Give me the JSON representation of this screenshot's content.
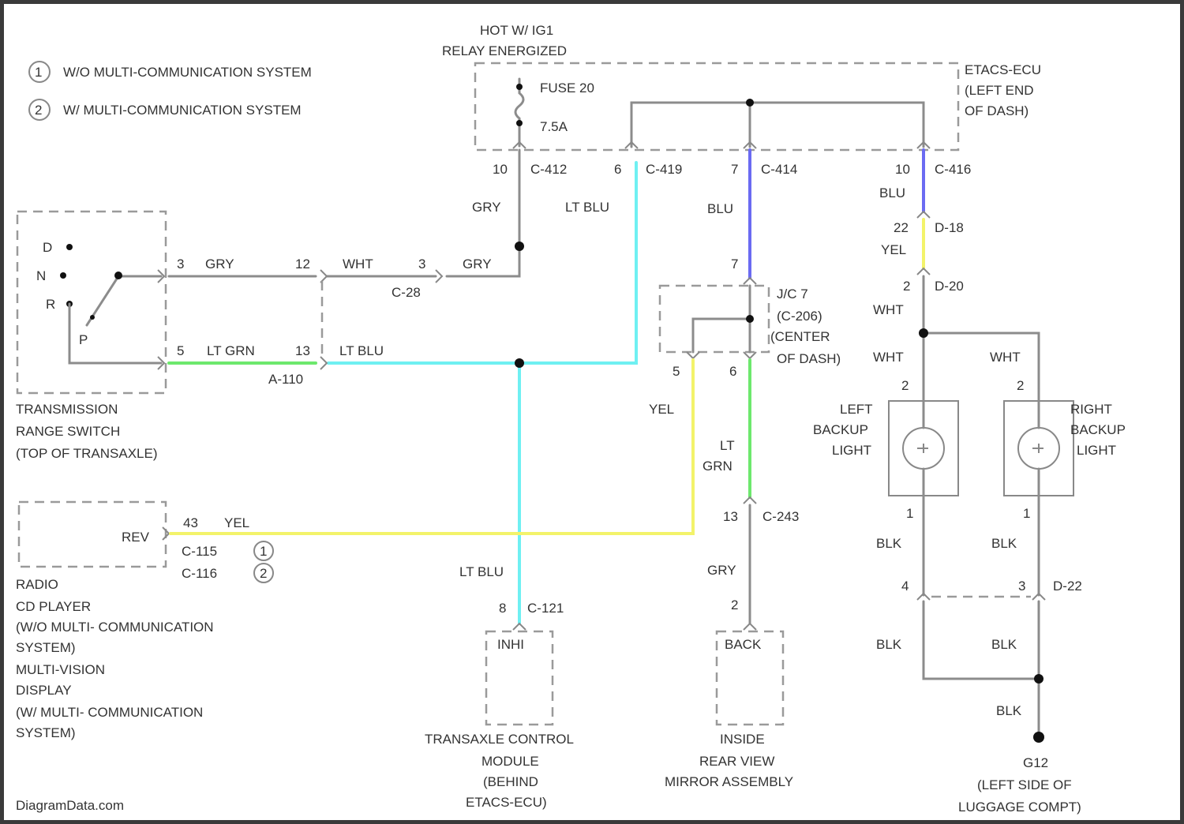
{
  "legend": [
    {
      "num": "1",
      "text": "W/O MULTI-COMMUNICATION SYSTEM"
    },
    {
      "num": "2",
      "text": "W/ MULTI-COMMUNICATION SYSTEM"
    }
  ],
  "relay": {
    "line1": "HOT W/ IG1",
    "line2": "RELAY ENERGIZED",
    "fuse": "FUSE 20",
    "amps": "7.5A"
  },
  "etacs": {
    "line1": "ETACS-ECU",
    "line2": "(LEFT END",
    "line3": "OF DASH)"
  },
  "connectors": {
    "c412": {
      "pin": "10",
      "name": "C-412"
    },
    "c419": {
      "pin": "6",
      "name": "C-419"
    },
    "c414": {
      "pin": "7",
      "name": "C-414"
    },
    "c416": {
      "pin": "10",
      "name": "C-416"
    },
    "d18": {
      "pin": "22",
      "name": "D-18"
    },
    "d20": {
      "pin": "2",
      "name": "D-20"
    },
    "c28": {
      "name": "C-28"
    },
    "a110": {
      "name": "A-110"
    },
    "c115": {
      "name": "C-115"
    },
    "c116": {
      "name": "C-116"
    },
    "c121": {
      "pin": "8",
      "name": "C-121"
    },
    "c243": {
      "pin": "13",
      "name": "C-243"
    },
    "d22": {
      "name": "D-22"
    }
  },
  "jc7": {
    "line1": "J/C 7",
    "line2": "(C-206)",
    "line3": "(CENTER",
    "line4": "OF DASH)",
    "pin_top": "7",
    "pin_l": "5",
    "pin_r": "6"
  },
  "wires": {
    "gry": "GRY",
    "ltblu": "LT BLU",
    "blu": "BLU",
    "yel": "YEL",
    "wht": "WHT",
    "ltgrn": "LT GRN",
    "lt": "LT",
    "grn": "GRN",
    "blk": "BLK"
  },
  "pins": {
    "p3": "3",
    "p12": "12",
    "p5": "5",
    "p13": "13",
    "p4": "4",
    "p1": "1",
    "p2": "2",
    "p43": "43"
  },
  "switch": {
    "d": "D",
    "n": "N",
    "r": "R",
    "p": "P",
    "title1": "TRANSMISSION",
    "title2": "RANGE SWITCH",
    "title3": "(TOP OF TRANSAXLE)"
  },
  "radio": {
    "rev": "REV",
    "l1": "RADIO",
    "l2": "CD PLAYER",
    "l3": "(W/O MULTI- COMMUNICATION",
    "l4": "SYSTEM)",
    "l5": "MULTI-VISION",
    "l6": "DISPLAY",
    "l7": "(W/ MULTI- COMMUNICATION",
    "l8": "SYSTEM)"
  },
  "tcm": {
    "pin": "INHI",
    "l1": "TRANSAXLE CONTROL",
    "l2": "MODULE",
    "l3": "(BEHIND",
    "l4": "ETACS-ECU)"
  },
  "mirror": {
    "pin": "BACK",
    "l1": "INSIDE",
    "l2": "REAR VIEW",
    "l3": "MIRROR ASSEMBLY"
  },
  "lbl": {
    "l1": "LEFT",
    "l2": "BACKUP",
    "l3": "LIGHT"
  },
  "rbl": {
    "l1": "RIGHT",
    "l2": "BACKUP",
    "l3": "LIGHT"
  },
  "ground": {
    "name": "G12",
    "l1": "(LEFT SIDE OF",
    "l2": "LUGGAGE COMPT)"
  },
  "watermark": "DiagramData.com",
  "colors": {
    "ltblu": "#6ff0f2",
    "blu": "#6b6bf2",
    "yel": "#f3f36a",
    "grn": "#6de86d",
    "gry": "#8c8c8c"
  }
}
